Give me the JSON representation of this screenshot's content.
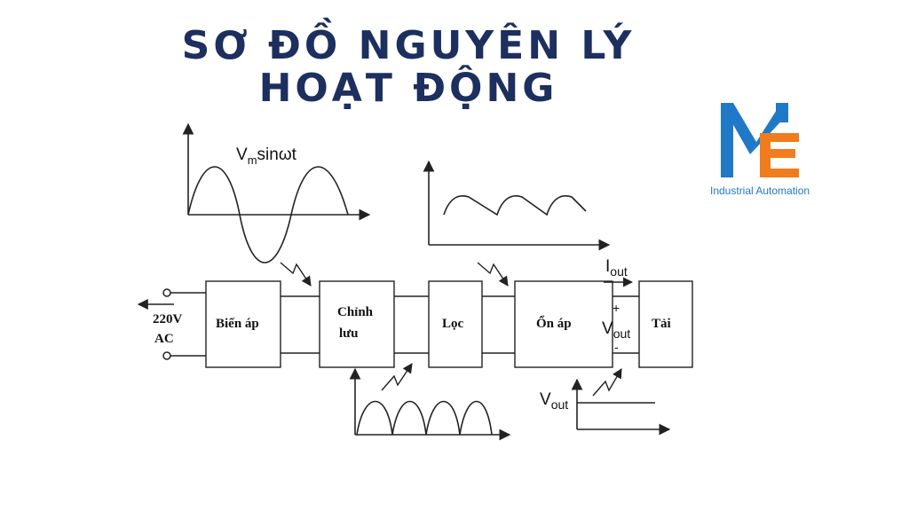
{
  "title": {
    "line1": "SƠ ĐỒ NGUYÊN LÝ",
    "line2": "HOẠT ĐỘNG"
  },
  "logo": {
    "caption": "Industrial Automation",
    "colors": {
      "blue": "#1f78c8",
      "orange": "#f07c1e"
    }
  },
  "diagram": {
    "input_label_1": "220V",
    "input_label_2": "AC",
    "blocks": {
      "transformer": "Biến áp",
      "rectifier_1": "Chỉnh",
      "rectifier_2": "lưu",
      "filter": "Lọc",
      "regulator": "Ổn áp",
      "load": "Tải"
    },
    "waveform_label": {
      "main": "V",
      "sub": "m",
      "rest": "sinωt"
    },
    "current_label": {
      "main": "I",
      "sub": "out"
    },
    "voltage_label": {
      "main": "V",
      "sub": "out"
    },
    "output_graph_label": {
      "main": "V",
      "sub": "out"
    },
    "plus": "+",
    "minus": "-"
  },
  "colors": {
    "title": "#1d2f5e",
    "line": "#222222"
  }
}
